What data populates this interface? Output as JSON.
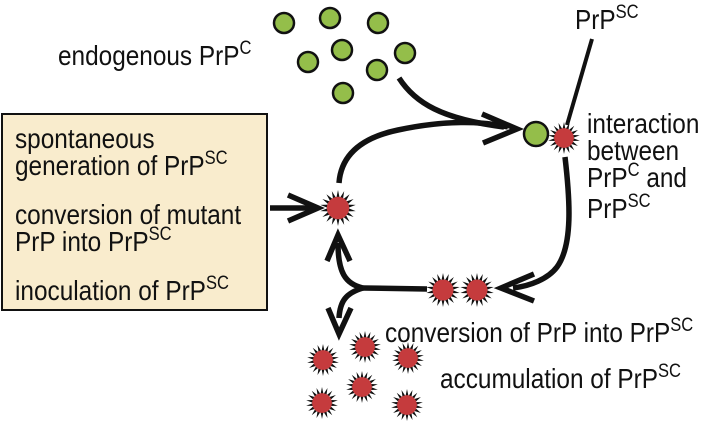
{
  "colors": {
    "prpc_fill": "#94be4a",
    "prpsc_fill": "#c53b3d",
    "box_fill": "#f9eccd",
    "line": "#111111",
    "background": "#ffffff"
  },
  "icons": {
    "prpc_symbol": "green-circle",
    "prpsc_symbol": "red-starburst",
    "arrowhead": "open-chevron"
  },
  "counts": {
    "endogenous_prpc_circles": 8,
    "conversion_pair_stars": 2,
    "accumulation_stars": 6
  },
  "labels": {
    "endogenous": {
      "t1": "endogenous PrP",
      "s1": "C"
    },
    "callout": {
      "t1": "PrP",
      "s1": "SC"
    },
    "interaction": {
      "lines": [
        {
          "t1": "interaction"
        },
        {
          "t1": "between"
        },
        {
          "t1": "PrP",
          "s1": "C",
          "t2": " and"
        },
        {
          "t1": "PrP",
          "s1": "SC"
        }
      ]
    },
    "conversion": {
      "t1": "conversion of PrP into PrP",
      "s1": "SC"
    },
    "accumulation": {
      "t1": "accumulation of PrP",
      "s1": "SC"
    }
  },
  "box": {
    "items": [
      {
        "lines": [
          {
            "t1": "spontaneous"
          },
          {
            "t1": "generation of PrP",
            "s1": "SC"
          }
        ]
      },
      {
        "lines": [
          {
            "t1": "conversion of mutant"
          },
          {
            "t1": "PrP into PrP",
            "s1": "SC"
          }
        ]
      },
      {
        "lines": [
          {
            "t1": "inoculation of PrP",
            "s1": "SC"
          }
        ]
      }
    ]
  }
}
